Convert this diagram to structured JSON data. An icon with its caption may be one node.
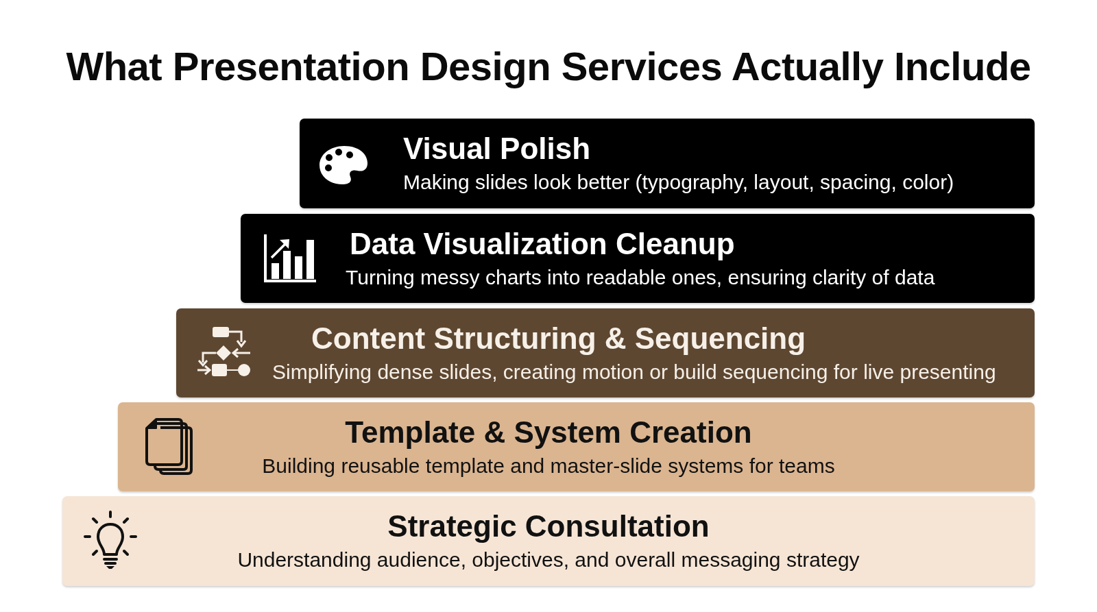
{
  "diagram": {
    "title": "What Presentation Design Services Actually Include",
    "nodes": [
      {
        "text": [
          "Visual Polish",
          "Making slides look better (typography, layout, spacing, color)"
        ]
      },
      {
        "text": [
          "Data Visualization Cleanup",
          "Turning messy charts into readable ones, ensuring clarity of data"
        ]
      },
      {
        "text": [
          "Content Structuring & Sequencing",
          "Simplifying dense slides, creating motion or build sequencing for live presenting"
        ]
      },
      {
        "text": [
          "Template & System Creation",
          "Building reusable template and master-slide systems for teams"
        ]
      },
      {
        "text": [
          "Strategic Consultation",
          "Understanding audience, objectives, and overall messaging strategy"
        ]
      }
    ]
  }
}
